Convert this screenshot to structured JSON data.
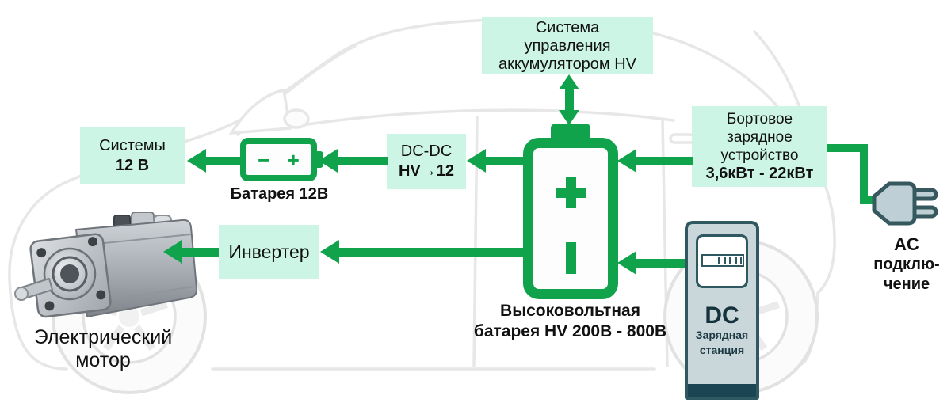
{
  "colors": {
    "green": "#10A34C",
    "mint": "#CDF5E6",
    "outline_dark": "#2F5861",
    "station_base": "#1B4552",
    "text": "#111111"
  },
  "boxes": {
    "bms": {
      "lines": [
        "Система",
        "управления",
        "аккумулятором HV"
      ]
    },
    "systems12": {
      "line1": "Системы",
      "line2": "12 В"
    },
    "dcdc": {
      "line1": "DC-DC",
      "line2": "HV→12"
    },
    "charger": {
      "line1": "Бортовое",
      "line2": "зарядное",
      "line3": "устройство",
      "power": "3,6кВт - 22кВт"
    },
    "inverter": {
      "label": "Инвертер"
    }
  },
  "labels": {
    "battery12": "Батарея 12В",
    "hv_battery": {
      "line1": "Высоковольтная",
      "line2": "батарея HV 200В - 800В"
    },
    "motor": "Электрический мотор",
    "ac": {
      "line1": "AC",
      "line2": "подклю-",
      "line3": "чение"
    },
    "station": {
      "title": "DC",
      "line1": "Зарядная",
      "line2": "станция"
    }
  },
  "symbols": {
    "minus": "−",
    "plus": "+"
  }
}
